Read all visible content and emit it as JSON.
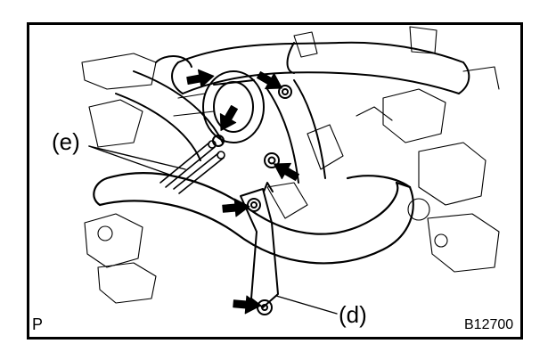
{
  "labels": {
    "e": "(e)",
    "d": "(d)",
    "corner": "P",
    "code": "B12700"
  },
  "colors": {
    "ink": "#000000",
    "paper": "#ffffff"
  }
}
